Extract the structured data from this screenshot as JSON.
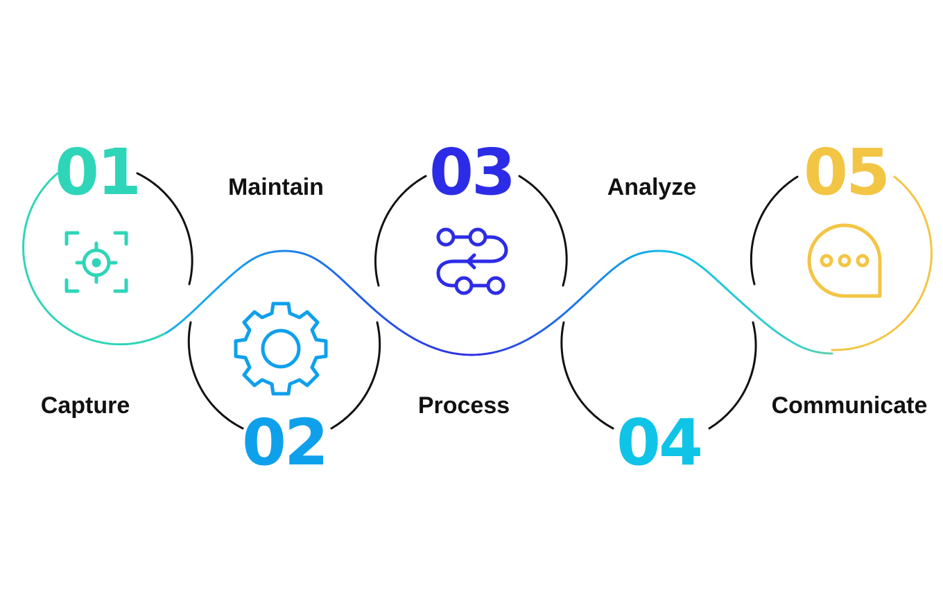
{
  "colors": {
    "step1": "#2fd5b8",
    "step2": "#0fa0ec",
    "step3": "#2c2ce6",
    "step4": "#0fc4e6",
    "step5": "#f3c544",
    "dark": "#111111"
  },
  "steps": [
    {
      "number": "01",
      "label": "Capture",
      "icon": "target-icon"
    },
    {
      "number": "02",
      "label": "Maintain",
      "icon": "gear-icon"
    },
    {
      "number": "03",
      "label": "Process",
      "icon": "workflow-icon"
    },
    {
      "number": "04",
      "label": "Analyze",
      "icon": "none"
    },
    {
      "number": "05",
      "label": "Communicate",
      "icon": "chat-bubble-icon"
    }
  ]
}
